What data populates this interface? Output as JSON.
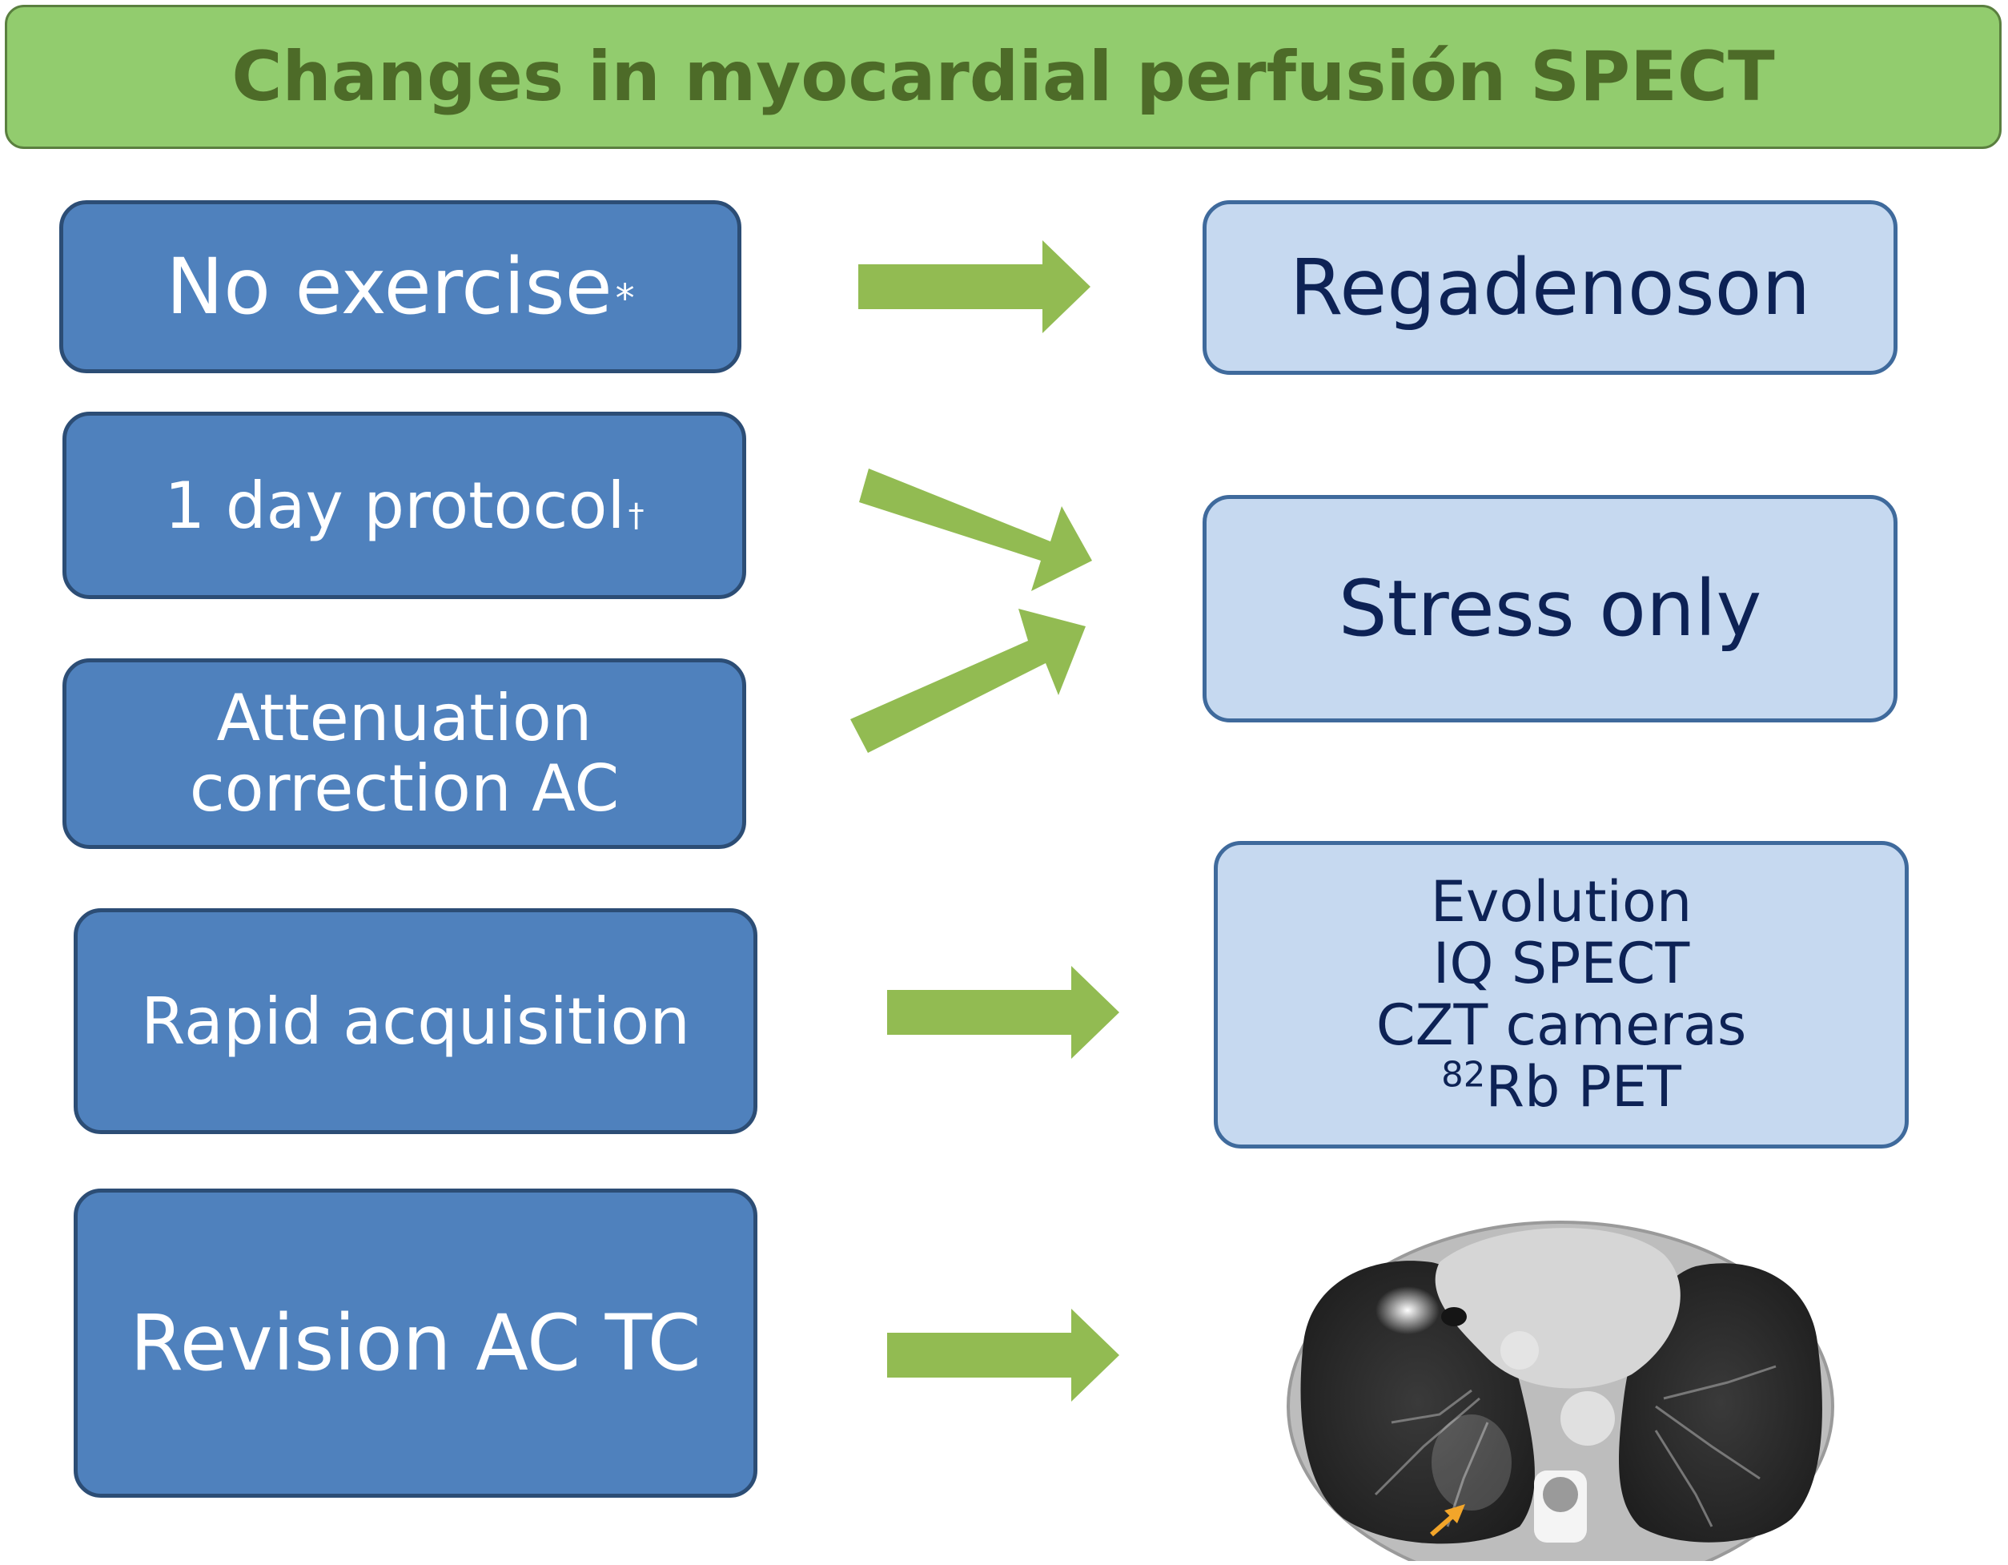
{
  "title": "Changes in myocardial perfusión SPECT",
  "left_items": [
    {
      "label": "No exercise",
      "mark": "*"
    },
    {
      "label": "1 day protocol",
      "mark": "†"
    },
    {
      "line1": "Attenuation",
      "line2": "correction AC"
    },
    {
      "label": "Rapid acquisition"
    },
    {
      "label": "Revision AC TC"
    }
  ],
  "right_items": [
    {
      "label": "Regadenoson"
    },
    {
      "label": "Stress only"
    },
    {
      "lines": [
        "Evolution",
        "IQ SPECT",
        "CZT cameras"
      ],
      "isotope_mass": "82",
      "isotope_rest": "Rb PET"
    }
  ],
  "colors": {
    "title_fill": "#92cc6e",
    "title_text": "#4d6b28",
    "left_box_fill": "#4f81bd",
    "right_box_fill": "#c6d9f0",
    "right_box_text": "#0d2255",
    "arrow": "#92bb52"
  },
  "image": {
    "description_icon": "ct-chest-scan-image"
  }
}
